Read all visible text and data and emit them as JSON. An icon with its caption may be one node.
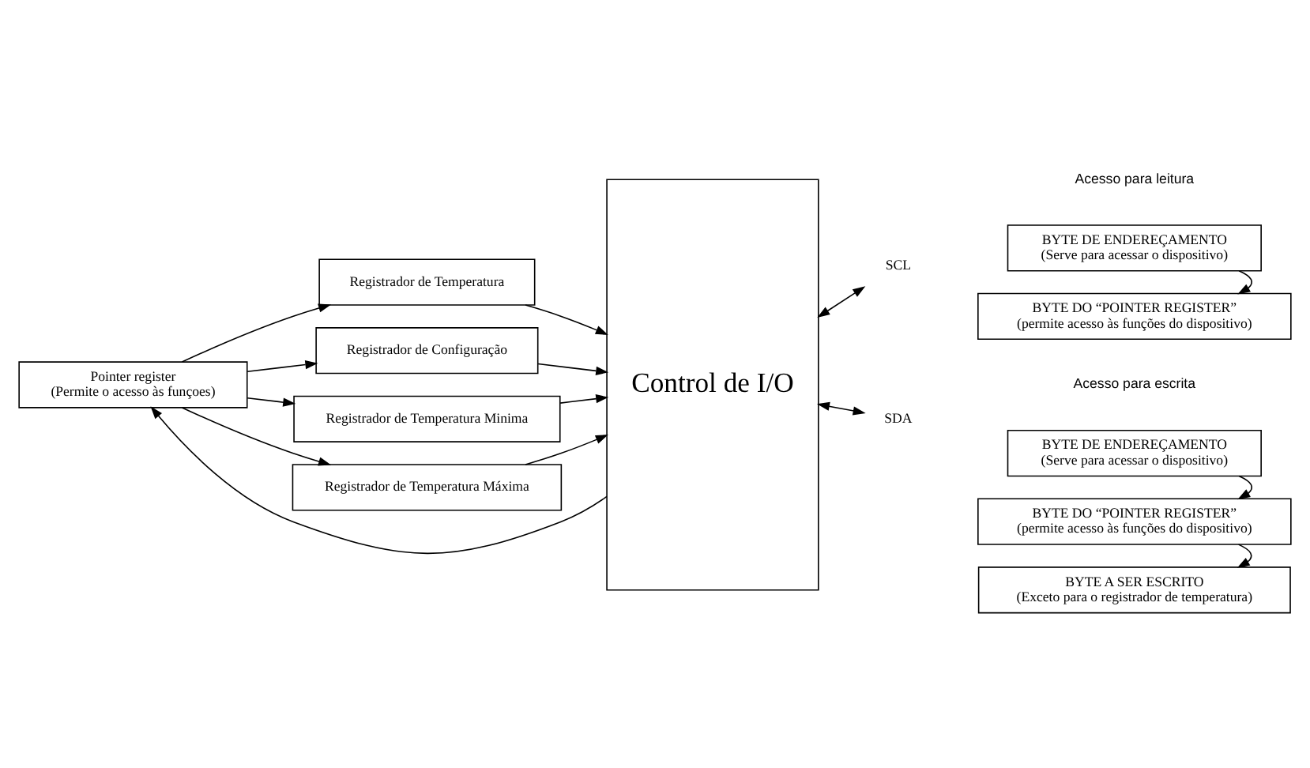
{
  "diagram": {
    "nodes": [
      {
        "text": [
          "Pointer register",
          "(Permite o acesso às funçoes)"
        ]
      },
      {
        "text": [
          "Registrador de Temperatura"
        ]
      },
      {
        "text": [
          "Registrador de Configuração"
        ]
      },
      {
        "text": [
          "Registrador de Temperatura Minima"
        ]
      },
      {
        "text": [
          "Registrador de Temperatura Máxima"
        ]
      },
      {
        "text": [
          "Control de I/O"
        ]
      },
      {
        "text": [
          "SCL"
        ]
      },
      {
        "text": [
          "SDA"
        ]
      },
      {
        "text": [
          "BYTE DE ENDEREÇAMENTO",
          "(Serve para acessar o dispositivo)"
        ]
      },
      {
        "text": [
          "BYTE DO “POINTER REGISTER”",
          "(permite acesso às funções do dispositivo)"
        ]
      },
      {
        "text": [
          "BYTE DE ENDEREÇAMENTO",
          "(Serve para acessar o dispositivo)"
        ]
      },
      {
        "text": [
          "BYTE DO “POINTER REGISTER”",
          "(permite acesso às funções do dispositivo)"
        ]
      },
      {
        "text": [
          "BYTE A SER ESCRITO",
          "(Exceto para o registrador de temperatura)"
        ]
      }
    ],
    "edges": [
      {
        "from": 5,
        "to": 0,
        "arrow": "to"
      },
      {
        "from": 0,
        "to": 1,
        "arrow": "to"
      },
      {
        "from": 0,
        "to": 2,
        "arrow": "to"
      },
      {
        "from": 0,
        "to": 3,
        "arrow": "to"
      },
      {
        "from": 0,
        "to": 4,
        "arrow": "to"
      },
      {
        "from": 1,
        "to": 5,
        "arrow": "to"
      },
      {
        "from": 2,
        "to": 5,
        "arrow": "to"
      },
      {
        "from": 3,
        "to": 5,
        "arrow": "to"
      },
      {
        "from": 4,
        "to": 5,
        "arrow": "to"
      },
      {
        "from": 5,
        "to": 6,
        "arrow": "both"
      },
      {
        "from": 5,
        "to": 7,
        "arrow": "both"
      },
      {
        "from": 8,
        "to": 9,
        "arrow": "to"
      },
      {
        "from": 10,
        "to": 11,
        "arrow": "to"
      },
      {
        "from": 11,
        "to": 12,
        "arrow": "to"
      }
    ],
    "labels": [
      "Acesso para leitura",
      "Acesso para escrita"
    ]
  }
}
